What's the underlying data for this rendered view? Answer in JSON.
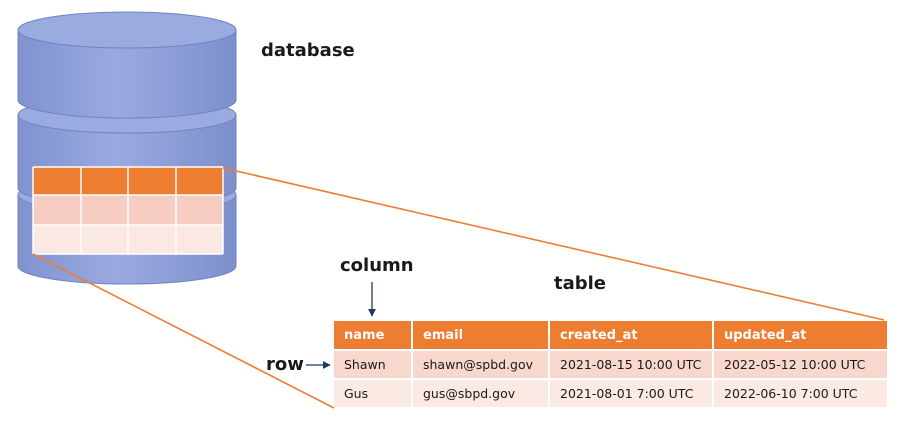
{
  "labels": {
    "database": "database",
    "column": "column",
    "table": "table",
    "row": "row"
  },
  "table": {
    "headers": [
      "name",
      "email",
      "created_at",
      "updated_at"
    ],
    "rows": [
      [
        "Shawn",
        "shawn@spbd.gov",
        "2021-08-15 10:00 UTC",
        "2022-05-12 10:00 UTC"
      ],
      [
        "Gus",
        "gus@sbpd.gov",
        "2021-08-01 7:00 UTC",
        "2022-06-10 7:00 UTC"
      ]
    ]
  },
  "colors": {
    "cylinder_fill": "#8e9fd6",
    "cylinder_top": "#9aabdf",
    "accent": "#ed7d31",
    "row_light": "#f8d7cd",
    "row_lighter": "#fbe9e4",
    "arrow": "#1f3864"
  }
}
